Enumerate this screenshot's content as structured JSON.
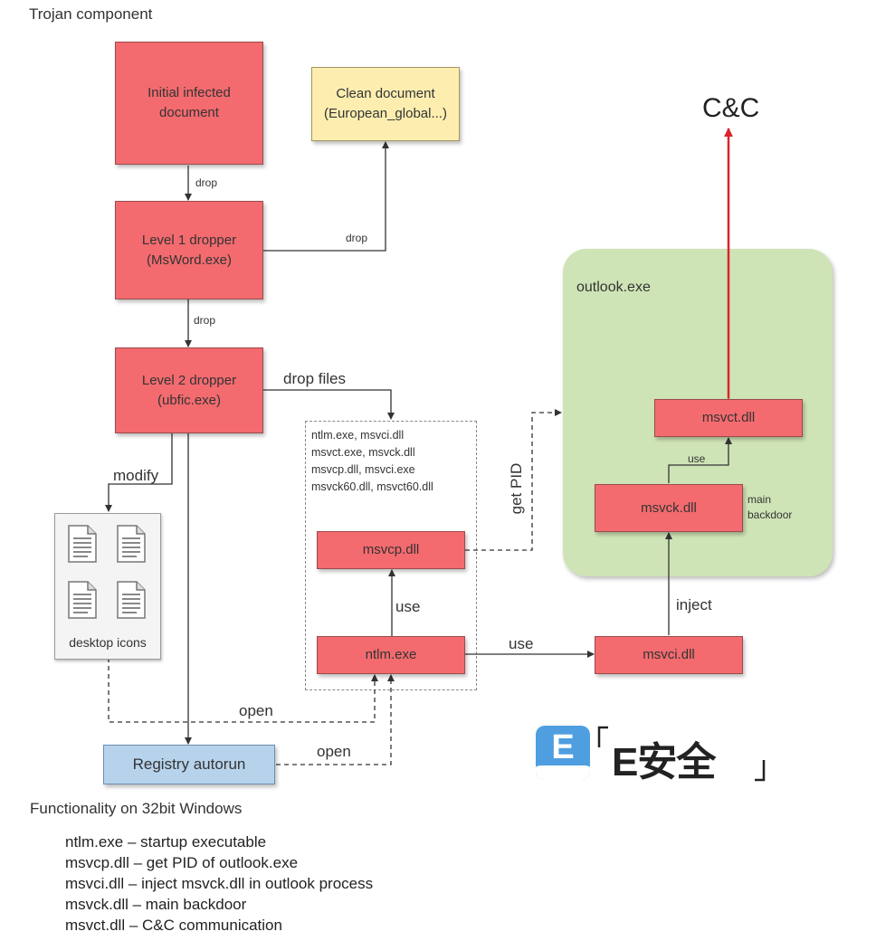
{
  "title": "Trojan component",
  "nodes": {
    "initial_doc": "Initial infected\ndocument",
    "clean_doc": "Clean document\n(European_global...)",
    "level1": "Level 1 dropper\n(MsWord.exe)",
    "level2": "Level 2 dropper\n(ubfic.exe)",
    "msvcp": "msvcp.dll",
    "ntlm": "ntlm.exe",
    "msvci": "msvci.dll",
    "msvck": "msvck.dll",
    "msvct": "msvct.dll",
    "registry": "Registry autorun",
    "desktop_icons": "desktop icons"
  },
  "files_list": [
    "ntlm.exe, msvci.dll",
    "msvct.exe, msvck.dll",
    "msvcp.dll, msvci.exe",
    "msvck60.dll, msvct60.dll"
  ],
  "container_label": "outlook.exe",
  "cc_label": "C&C",
  "edge_labels": {
    "drop1": "drop",
    "drop2": "drop",
    "drop3": "drop",
    "drop_files": "drop files",
    "modify": "modify",
    "use1": "use",
    "use2": "use",
    "use3": "use",
    "get_pid": "get PID",
    "inject": "inject",
    "open1": "open",
    "open2": "open"
  },
  "msvck_note": "main\nbackdoor",
  "functionality": {
    "heading": "Functionality on 32bit Windows",
    "items": [
      "ntlm.exe – startup executable",
      "msvcp.dll – get PID of outlook.exe",
      "msvci.dll – inject msvck.dll in outlook process",
      "msvck.dll – main backdoor",
      "msvct.dll – C&C communication"
    ]
  },
  "logo": {
    "letter": "E",
    "text": "E安全"
  },
  "colors": {
    "node_red": "#f36b6f",
    "node_yellow": "#fdeeb0",
    "node_blue": "#b7d3ec",
    "container_green": "#cfe4b6",
    "cc_arrow": "#d9262b"
  }
}
